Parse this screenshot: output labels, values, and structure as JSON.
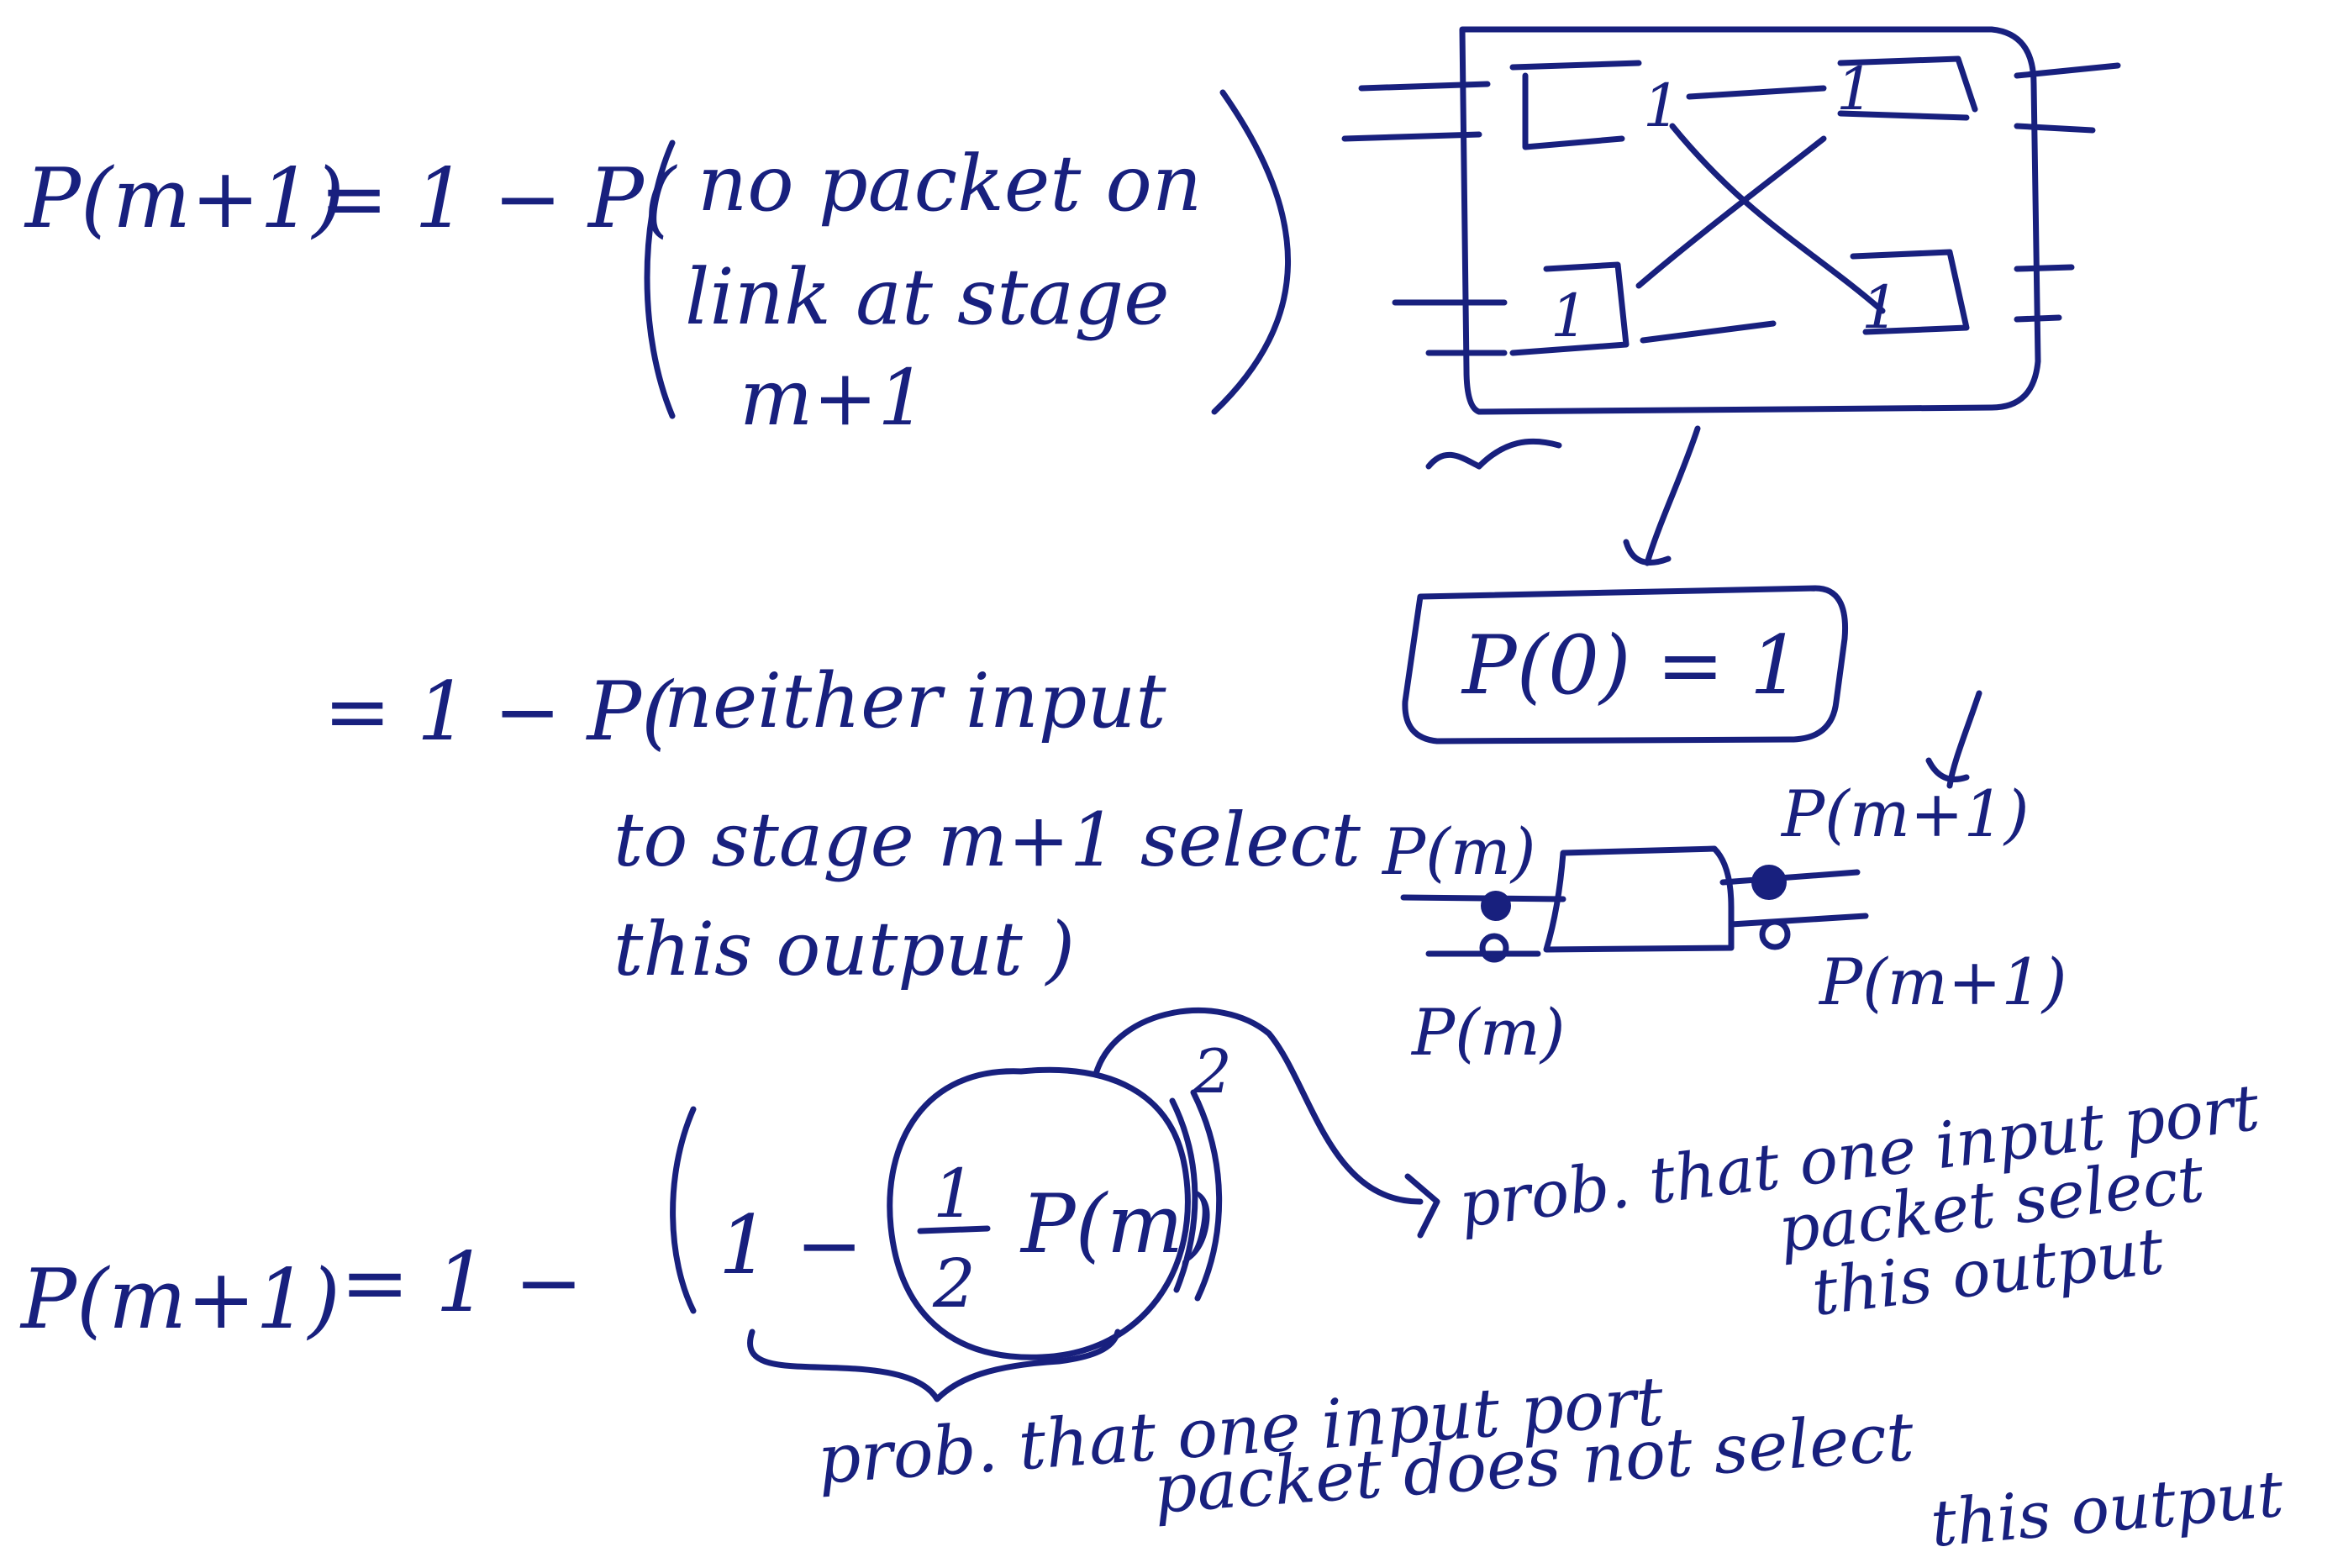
{
  "ink_color": "#18207e",
  "background": "#ffffff",
  "equation1": {
    "lhs": "P(m+1)",
    "rhs_prefix": "= 1 − P(",
    "event_line1": "no packet on",
    "event_line2": "link at stage",
    "event_line3": "m+1"
  },
  "switch_diagram": {
    "label_top_left": "1",
    "label_top_right": "1",
    "label_bottom_left": "1",
    "label_bottom_right": "1",
    "squiggle": "~"
  },
  "base_case": {
    "text": "P(0) = 1"
  },
  "equation2": {
    "prefix": "= 1 − P(",
    "line1": "neither input",
    "line2": "to stage m+1 select",
    "line3": "this output )"
  },
  "stage_diagram": {
    "in_top": "P(m)",
    "in_bottom": "P(m)",
    "out_top": "P(m+1)",
    "out_bottom": "P(m+1)"
  },
  "equation3": {
    "lhs": "P(m+1)",
    "equals": "= 1 −",
    "one_minus": "1 −",
    "fraction_num": "1",
    "fraction_den": "2",
    "pm": "P(m)",
    "exponent": "2"
  },
  "annotation_right": {
    "line1": "prob. that one input port",
    "line2": "packet select",
    "line3": "this output"
  },
  "annotation_bottom": {
    "line1": "prob. that one input port",
    "line2": "packet does not select",
    "line3": "this output"
  }
}
